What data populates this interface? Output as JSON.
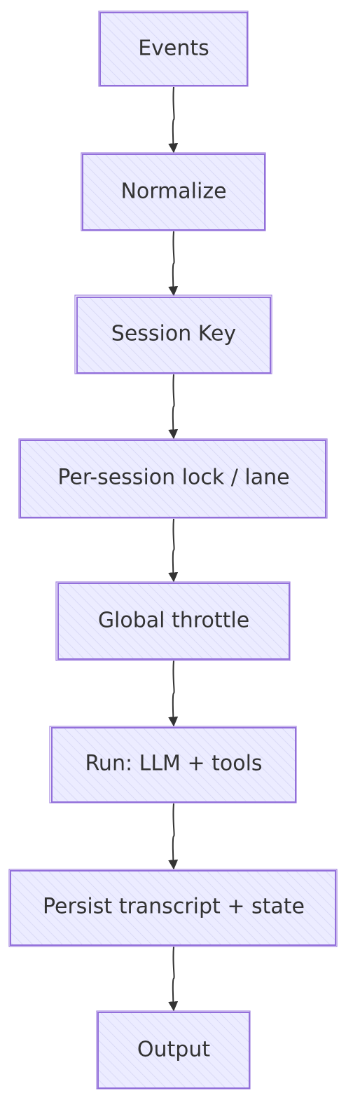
{
  "diagram": {
    "type": "flowchart",
    "direction": "top-to-bottom",
    "style": "hand-drawn",
    "colors": {
      "node_fill": "#ececff",
      "node_hatch": "#d2d2f4",
      "node_stroke": "#9370db",
      "edge": "#333333",
      "text": "#333333"
    },
    "nodes": [
      {
        "id": "events",
        "label": "Events"
      },
      {
        "id": "normalize",
        "label": "Normalize"
      },
      {
        "id": "session-key",
        "label": "Session Key"
      },
      {
        "id": "per-session-lock",
        "label": "Per-session lock / lane"
      },
      {
        "id": "global-throttle",
        "label": "Global throttle"
      },
      {
        "id": "run",
        "label": "Run: LLM + tools"
      },
      {
        "id": "persist",
        "label": "Persist transcript + state"
      },
      {
        "id": "output",
        "label": "Output"
      }
    ],
    "edges": [
      {
        "from": "events",
        "to": "normalize"
      },
      {
        "from": "normalize",
        "to": "session-key"
      },
      {
        "from": "session-key",
        "to": "per-session-lock"
      },
      {
        "from": "per-session-lock",
        "to": "global-throttle"
      },
      {
        "from": "global-throttle",
        "to": "run"
      },
      {
        "from": "run",
        "to": "persist"
      },
      {
        "from": "persist",
        "to": "output"
      }
    ]
  }
}
